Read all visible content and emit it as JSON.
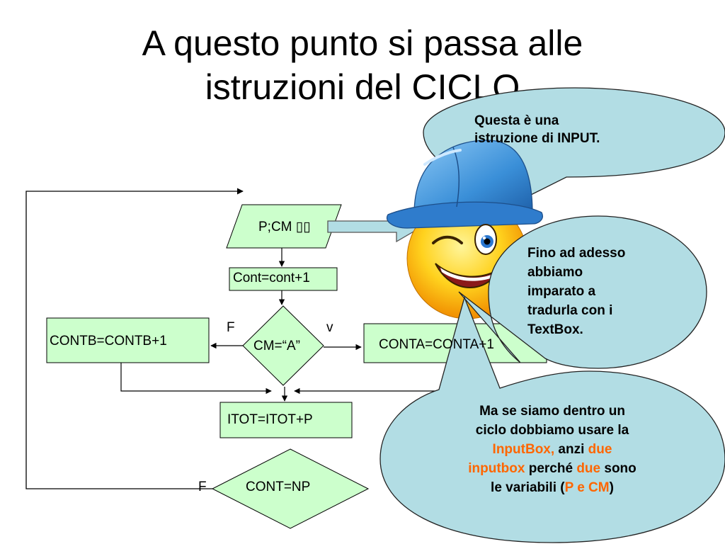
{
  "title": {
    "line1": "A questo punto si passa alle",
    "line2": "istruzioni del CICLO"
  },
  "flowchart": {
    "input": "P;CM ▯▯",
    "cont_increment": "Cont=cont+1",
    "decision_cm": "CM=“A”",
    "label_false_left": "F",
    "label_true_right": "v",
    "contb": "CONTB=CONTB+1",
    "conta": "CONTA=CONTA+1",
    "itot": "ITOT=ITOT+P",
    "decision_cont": "CONT=NP",
    "label_false_loop": "F"
  },
  "callouts": {
    "input_note": {
      "line1": "Questa è una",
      "line2": "istruzione di INPUT."
    },
    "textbox_note": {
      "line1": "Fino ad adesso",
      "line2": "abbiamo",
      "line3": "imparato a",
      "line4": "tradurla con i",
      "line5": "TextBox."
    },
    "inputbox_note": {
      "l1": "Ma se siamo dentro un",
      "l2": "ciclo dobbiamo usare la",
      "l3a": "InputBox,",
      "l3b": " anzi ",
      "l3c": "due",
      "l4a": "inputbox",
      "l4b": " perché ",
      "l4c": "due",
      "l4d": " sono",
      "l5a": "le variabili (",
      "l5b": "P e CM",
      "l5c": ")"
    }
  },
  "colors": {
    "shape_fill": "#ccffcc",
    "callout_fill": "#b2dde4",
    "highlight": "#ff6600",
    "helmet": "#3a8fd8",
    "face": "#ffd21e"
  },
  "icons": {
    "mascot": "winking-smiley-with-hard-hat-icon"
  }
}
